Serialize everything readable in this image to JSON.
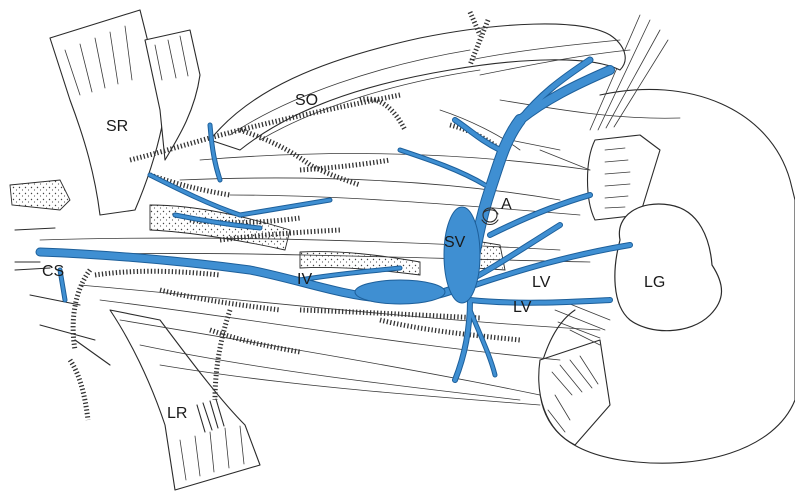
{
  "labels": {
    "sr": "SR",
    "so": "SO",
    "cs": "CS",
    "iv": "IV",
    "sv": "SV",
    "a": "A",
    "lv_upper": "LV",
    "lv_lower": "LV",
    "lg": "LG",
    "lr": "LR"
  },
  "colors": {
    "vein": "#3f8fd2",
    "vein_outline": "#1d5f9a",
    "line": "#2b2b2b",
    "background": "#ffffff"
  }
}
